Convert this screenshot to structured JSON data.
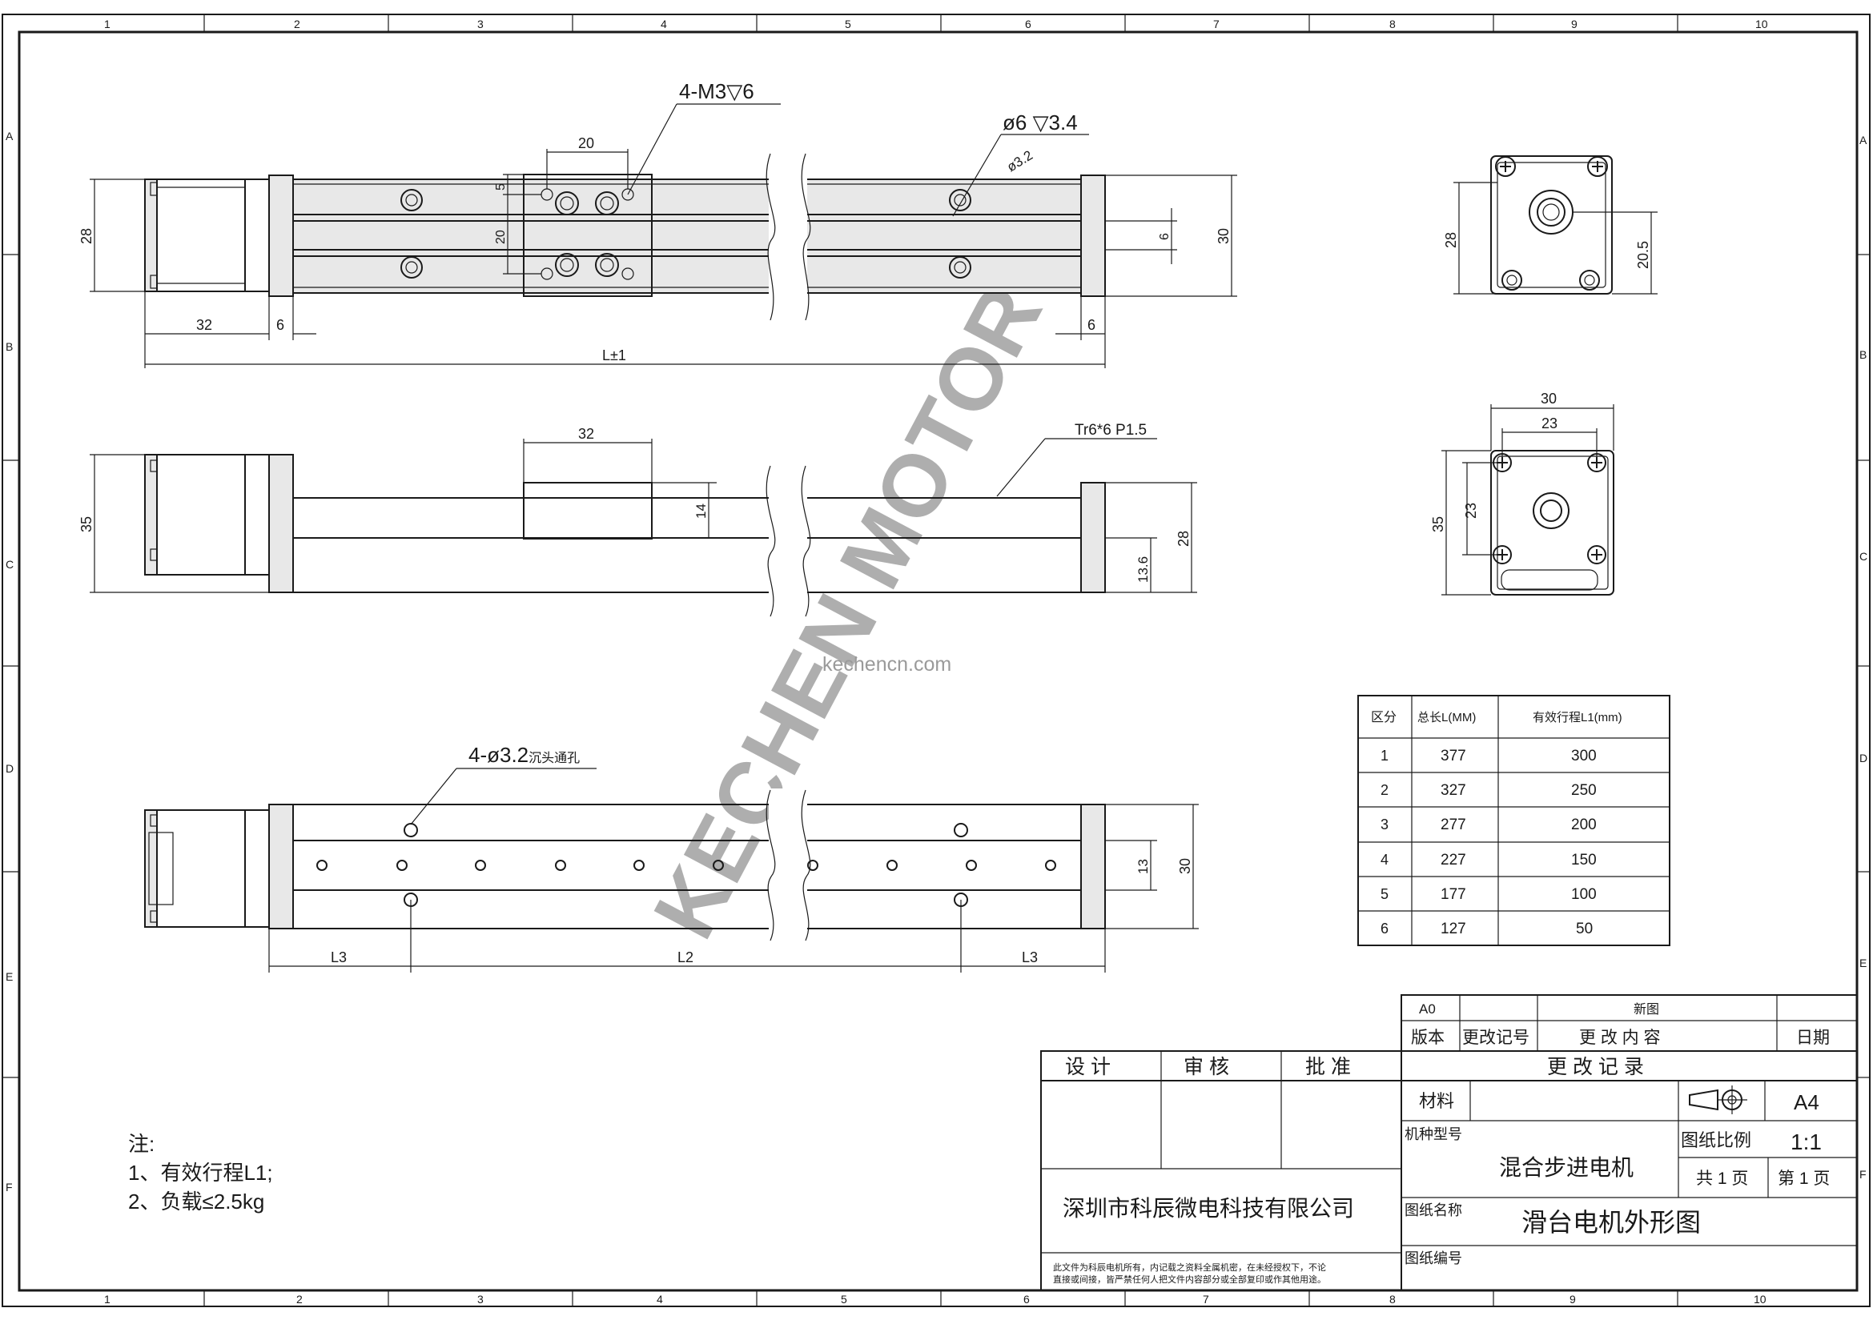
{
  "grid": {
    "columns": [
      "1",
      "2",
      "3",
      "4",
      "5",
      "6",
      "7",
      "8",
      "9",
      "10"
    ],
    "rows": [
      "A",
      "B",
      "C",
      "D",
      "E",
      "F"
    ]
  },
  "watermark": {
    "logo_text": "KECHEN MOTOR",
    "url": "kechencn.com"
  },
  "top_view": {
    "callout_thread": "4-M3▽6",
    "callout_hole": "ø6 ▽3.4",
    "callout_drill": "ø3.2",
    "dim_20_top": "20",
    "dim_5": "5",
    "dim_20_side": "20",
    "dim_28": "28",
    "dim_30": "30",
    "dim_6_right": "6",
    "dim_32": "32",
    "dim_6_left": "6",
    "dim_6_end": "6",
    "dim_length": "L±1"
  },
  "front_view": {
    "dim_35": "35",
    "dim_32": "32",
    "callout_screw": "Tr6*6 P1.5",
    "dim_14": "14",
    "dim_28": "28",
    "dim_13_6": "13.6"
  },
  "bottom_view": {
    "callout_holes": "4-ø3.2",
    "callout_holes_note": "沉头通孔",
    "dim_13": "13",
    "dim_30": "30",
    "dim_l3_left": "L3",
    "dim_l2": "L2",
    "dim_l3_right": "L3"
  },
  "end_view_top": {
    "dim_28": "28",
    "dim_20_5": "20.5"
  },
  "end_view_bottom": {
    "dim_30": "30",
    "dim_23_top": "23",
    "dim_35": "35",
    "dim_23_side": "23"
  },
  "spec_table": {
    "headers": [
      "区分",
      "总长L(MM)",
      "有效行程L1(mm)"
    ],
    "rows": [
      [
        "1",
        "377",
        "300"
      ],
      [
        "2",
        "327",
        "250"
      ],
      [
        "3",
        "277",
        "200"
      ],
      [
        "4",
        "227",
        "150"
      ],
      [
        "5",
        "177",
        "100"
      ],
      [
        "6",
        "127",
        "50"
      ]
    ]
  },
  "notes": {
    "title": "注:",
    "line1": "1、有效行程L1;",
    "line2": "2、负载≤2.5kg"
  },
  "title_block": {
    "rev_code": "A0",
    "rev_desc": "新图",
    "h_version": "版本",
    "h_change_no": "更改记号",
    "h_change_content": "更 改 内 容",
    "h_date": "日期",
    "h_change_record": "更 改 记 录",
    "h_design": "设 计",
    "h_review": "审 核",
    "h_approve": "批 准",
    "h_material": "材料",
    "paper_size": "A4",
    "h_model": "机种型号",
    "model_value": "混合步进电机",
    "h_scale": "图纸比例",
    "scale_value": "1:1",
    "pages_total": "共 1 页",
    "page_current": "第 1 页",
    "company": "深圳市科辰微电科技有限公司",
    "h_drawing_name": "图纸名称",
    "drawing_name": "滑台电机外形图",
    "h_drawing_no": "图纸编号",
    "disclaimer_1": "此文件为科辰电机所有，内记载之资料全属机密，在未经授权下，不论",
    "disclaimer_2": "直接或间接，皆严禁任何人把文件内容部分或全部复印或作其他用途。"
  }
}
